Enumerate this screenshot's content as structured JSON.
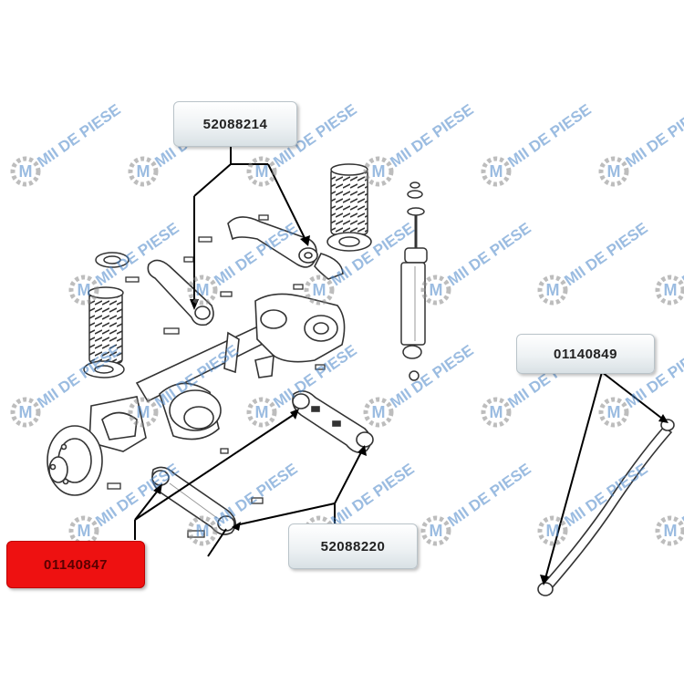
{
  "watermark": {
    "text": "MII DE PIESE",
    "color": "#4a86c8"
  },
  "callouts": {
    "part_upper_arm": "52088214",
    "part_lower_arm": "52088220",
    "part_track_bar": "01140849",
    "part_highlighted": "01140847"
  },
  "colors": {
    "highlight": "#ee1111",
    "line": "#000000"
  }
}
